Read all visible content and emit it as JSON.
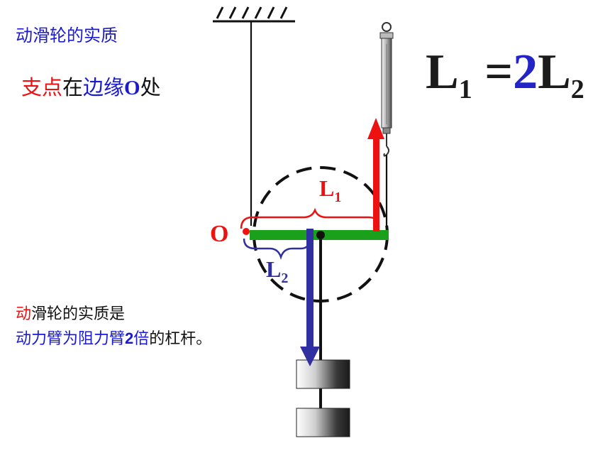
{
  "title": "动滑轮的实质",
  "fulcrum_line": {
    "part1": "支点",
    "part2": "在",
    "part3": "边缘",
    "part4": "O",
    "part5": "处"
  },
  "equation": {
    "l1": "L",
    "l1_sub": "1",
    "eq": " =",
    "two": "2",
    "l2": "L",
    "l2_sub": "2"
  },
  "diagram": {
    "o_label": "O",
    "l1_label": "L",
    "l1_sub": "1",
    "l2_label": "L",
    "l2_sub": "2"
  },
  "conclusion": {
    "line1_red": "动",
    "line1_rest": "滑轮的实质是",
    "line2_a": "动力臂为阻力臂",
    "line2_b": "2",
    "line2_c": "倍",
    "line2_d": "的杠杆。"
  },
  "colors": {
    "red": "#ee1111",
    "blue": "#1a1ad0",
    "green": "#1aa01a",
    "arrow_blue": "#3030a0"
  }
}
